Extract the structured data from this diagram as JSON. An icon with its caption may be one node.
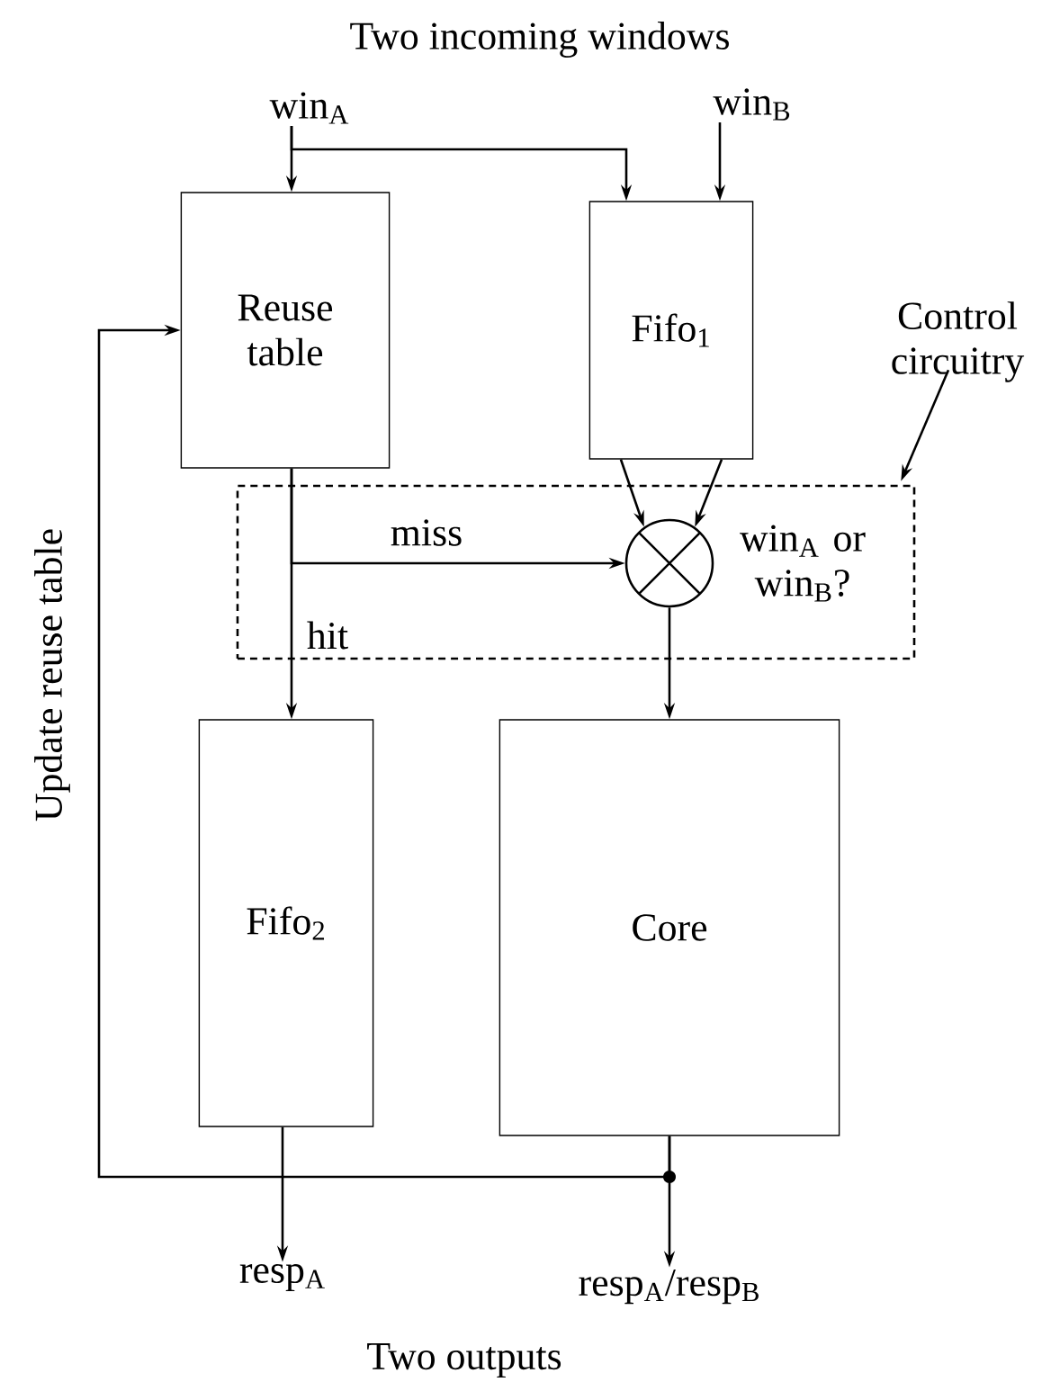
{
  "diagram": {
    "nodes": [
      {
        "text": [
          "win$_{A}$"
        ]
      },
      {
        "text": [
          "win$_{B}$"
        ]
      },
      {
        "text": [
          "Reuse table"
        ]
      },
      {
        "text": [
          "Fifo$_{1}$"
        ]
      },
      {
        "text": [
          "Control circuitry"
        ]
      },
      {
        "text": [],
        "shape": "box"
      },
      {
        "text": [],
        "shape": "circle",
        "in": 5,
        "beside": [
          "win$_{A}$ or win$_{B}$?"
        ]
      },
      {
        "text": [
          "Fifo$_{2}$"
        ]
      },
      {
        "text": [
          "Core"
        ]
      },
      {
        "text": [
          "resp$_{A}$"
        ]
      },
      {
        "text": [
          "resp$_{A}$/resp$_{B}$"
        ]
      }
    ],
    "edges": [
      {
        "from": 0,
        "to": 2,
        "arrow": "to"
      },
      {
        "from": 0,
        "to": 3,
        "arrow": "to"
      },
      {
        "from": 1,
        "to": 3,
        "arrow": "to"
      },
      {
        "from": 3,
        "to": 6,
        "arrow": "to"
      },
      {
        "from": 3,
        "to": 6,
        "arrow": "to"
      },
      {
        "from": 2,
        "to": 6,
        "arrow": "to",
        "label": "miss"
      },
      {
        "from": 2,
        "to": 7,
        "arrow": "to",
        "label": "hit"
      },
      {
        "from": 6,
        "to": 8,
        "arrow": "to"
      },
      {
        "from": 7,
        "to": 9,
        "arrow": "to"
      },
      {
        "from": 8,
        "to": 10,
        "arrow": "to"
      },
      {
        "from": 8,
        "to": 2,
        "arrow": "to",
        "label": "Update reuse table"
      },
      {
        "from": 4,
        "to": 5,
        "arrow": "to"
      }
    ],
    "labels": [
      "Two incoming windows",
      "Two outputs"
    ]
  }
}
